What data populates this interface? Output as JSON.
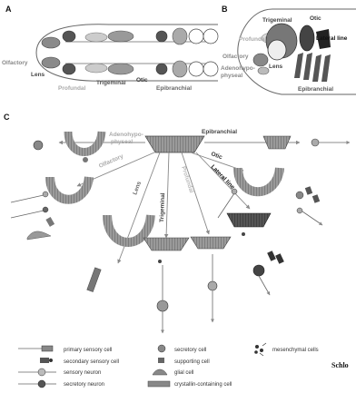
{
  "panels": {
    "a": {
      "letter": "A",
      "labels": {
        "olfactory": "Olfactory",
        "lens": "Lens",
        "profundal": "Profundal",
        "trigeminal": "Trigeminal",
        "otic": "Otic",
        "epibranchial": "Epibranchial"
      }
    },
    "b": {
      "letter": "B",
      "labels": {
        "profundal": "Profundal",
        "trigeminal": "Trigeminal",
        "otic": "Otic",
        "lateral_line": "Lateral line",
        "olfactory": "Olfactory",
        "lens": "Lens",
        "adenohypophyseal": "Adenohypo-\nphyseal",
        "epibranchial": "Epibranchial"
      }
    },
    "c": {
      "letter": "C",
      "labels": {
        "adenohypophyseal": "Adenohypo-\nphyseal",
        "epibranchial": "Epibranchial",
        "olfactory": "Olfactory",
        "lens": "Lens",
        "trigeminal": "Trigeminal",
        "profundal": "Profundal",
        "otic": "Otic",
        "lateral_line": "Lateral line"
      }
    }
  },
  "legend": {
    "items": [
      {
        "key": "primary-sensory-cell",
        "label": "primary sensory cell"
      },
      {
        "key": "secondary-sensory-cell",
        "label": "secondary sensory cell"
      },
      {
        "key": "sensory-neuron",
        "label": "sensory neuron"
      },
      {
        "key": "secretory-neuron",
        "label": "secretory neuron"
      },
      {
        "key": "secretory-cell",
        "label": "secretory cell"
      },
      {
        "key": "supporting-cell",
        "label": "supporting cell"
      },
      {
        "key": "glial-cell",
        "label": "glial cell"
      },
      {
        "key": "crystallin-containing-cell",
        "label": "crystallin-containing cell"
      },
      {
        "key": "mesenchymal-cells",
        "label": "mesenchymal cells"
      }
    ]
  },
  "credit": "Schlo"
}
